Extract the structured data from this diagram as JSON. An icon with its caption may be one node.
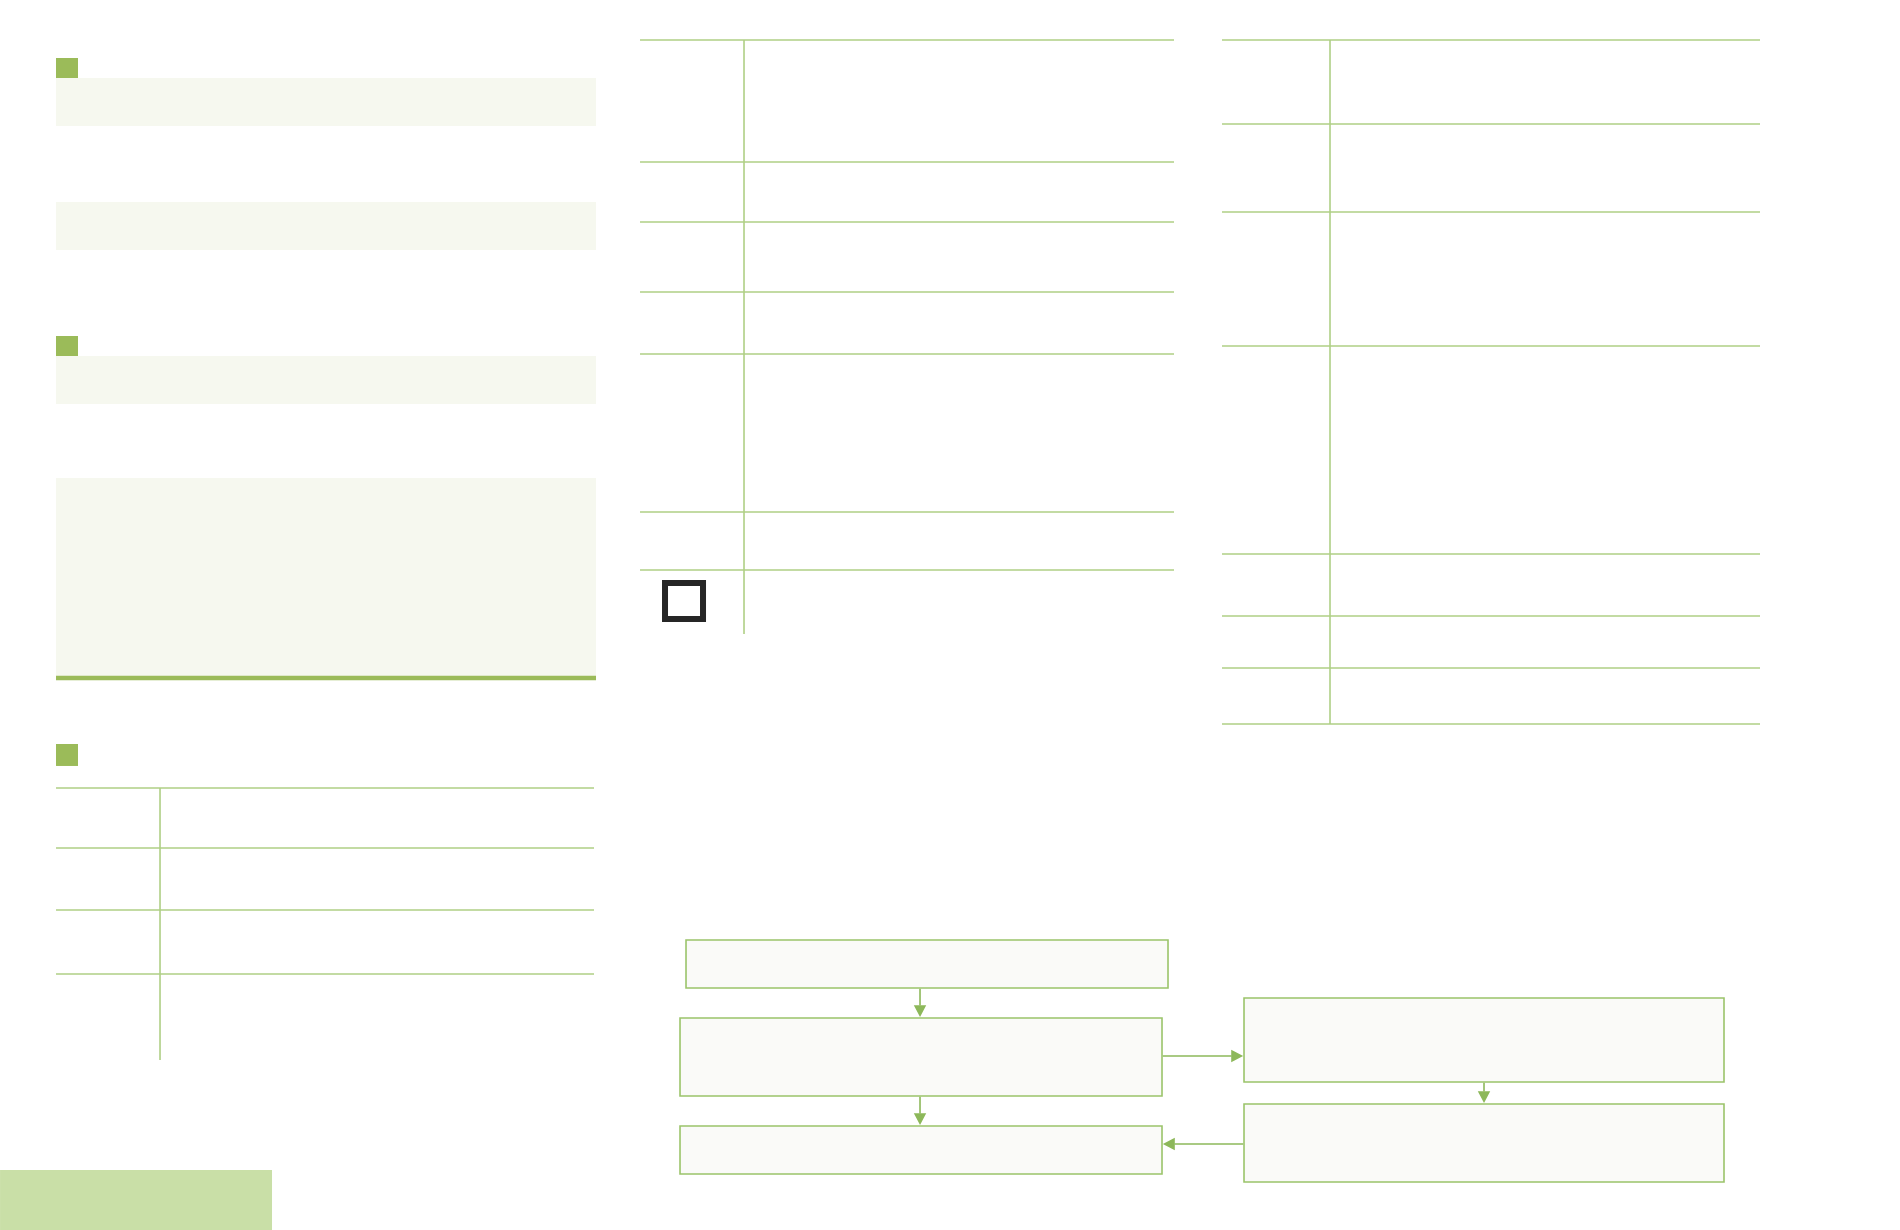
{
  "diagram": {
    "nodes": [
      {
        "text": [],
        "shape": "box"
      },
      {
        "text": [],
        "shape": "box"
      },
      {
        "text": [],
        "shape": "box"
      },
      {
        "text": [],
        "shape": "box"
      },
      {
        "text": [],
        "shape": "box"
      }
    ],
    "edges": [
      {
        "from": 0,
        "to": 1,
        "arrow": "to"
      },
      {
        "from": 1,
        "to": 2,
        "arrow": "to"
      },
      {
        "from": 1,
        "to": 3,
        "arrow": "to"
      },
      {
        "from": 3,
        "to": 4,
        "arrow": "to"
      },
      {
        "from": 4,
        "to": 2,
        "arrow": "to"
      }
    ]
  }
}
